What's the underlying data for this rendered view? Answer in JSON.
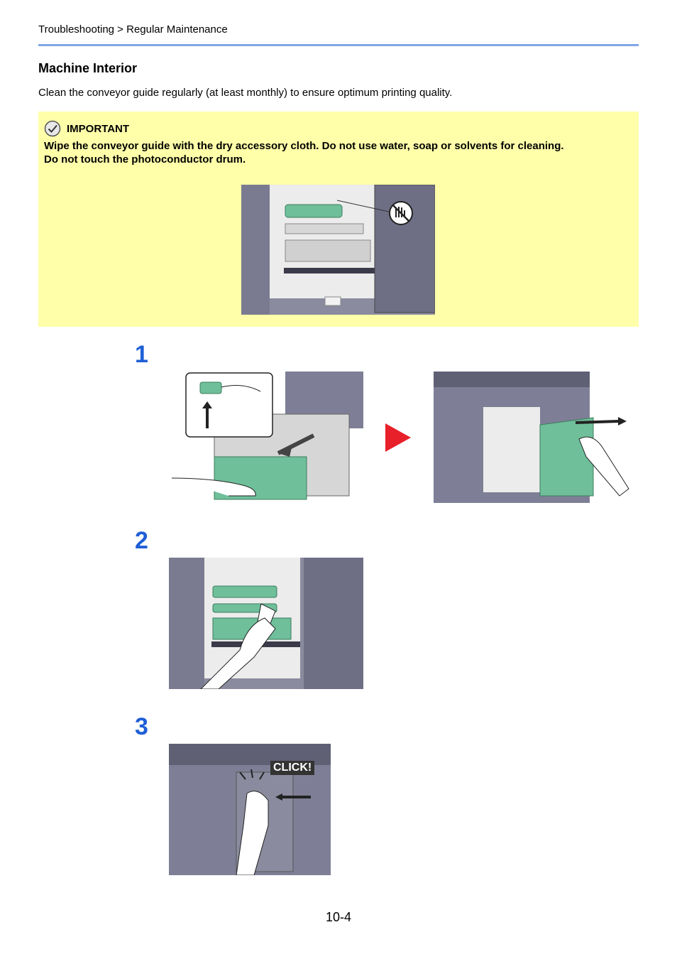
{
  "header": {
    "breadcrumb": "Troubleshooting > Regular Maintenance"
  },
  "section": {
    "title": "Machine Interior",
    "intro": "Clean the conveyor guide regularly (at least monthly) to ensure optimum printing quality."
  },
  "important": {
    "icon": "check-circle-icon",
    "label": "IMPORTANT",
    "line1": "Wipe the conveyor guide with the dry accessory cloth. Do not use water, soap or solvents for cleaning.",
    "line2": "Do not touch the photoconductor drum."
  },
  "steps": [
    {
      "number": "1"
    },
    {
      "number": "2"
    },
    {
      "number": "3",
      "click_label": "CLICK!"
    }
  ],
  "colors": {
    "accent_rule": "#7fa7e6",
    "important_bg": "#ffffaa",
    "step_number": "#1f5fd6",
    "arrow": "#e8202a",
    "guide_green": "#6fbf9a",
    "machine_gray": "#6e6f85"
  },
  "footer": {
    "page_number": "10-4"
  }
}
